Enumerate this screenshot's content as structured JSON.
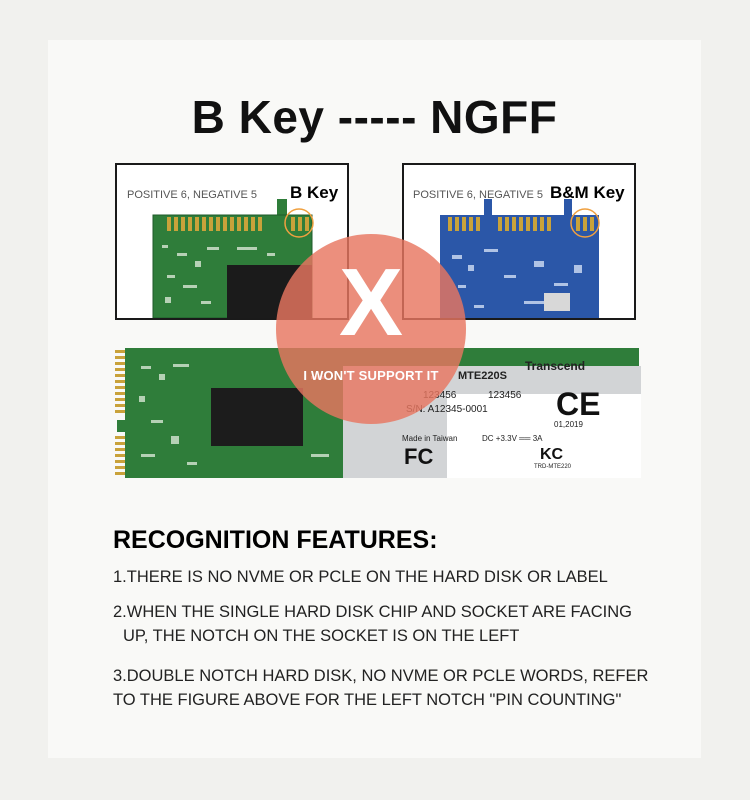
{
  "header": {
    "title": "B Key ----- NGFF"
  },
  "left_card": {
    "caption": "POSITIVE 6, NEGATIVE 5",
    "key_label": "B Key"
  },
  "right_card": {
    "caption": "POSITIVE 6, NEGATIVE 5",
    "key_label": "B&M Key"
  },
  "overlay": {
    "mark": "X",
    "text": "I WON'T SUPPORT IT"
  },
  "ssd_label": {
    "brand": "Transcend",
    "model": "MTE220S",
    "barcode_a": "123456",
    "barcode_b": "123456",
    "serial": "S/N: A12345-0001",
    "origin": "Made in Taiwan",
    "power": "DC +3.3V ══ 3A",
    "date": "01,2019",
    "ce": "CE",
    "fc": "FC",
    "kc": "KC",
    "trd": "TRD-MTE220"
  },
  "features": {
    "title": "RECOGNITION FEATURES:",
    "item1": "1.THERE IS NO NVME OR PCLE ON THE HARD DISK OR LABEL",
    "item2_l1": "2.WHEN THE SINGLE HARD DISK CHIP AND SOCKET ARE FACING",
    "item2_l2": "UP, THE NOTCH ON THE SOCKET IS ON THE LEFT",
    "item3_l1": "3.DOUBLE NOTCH HARD DISK, NO NVME OR PCLE WORDS, REFER",
    "item3_l2": "TO THE FIGURE ABOVE FOR THE LEFT NOTCH \"PIN COUNTING\""
  },
  "colors": {
    "pcb_green": "#2f7d3a",
    "pcb_blue": "#2b57a8",
    "gold": "#c9a23a",
    "overlay": "#e87660"
  }
}
